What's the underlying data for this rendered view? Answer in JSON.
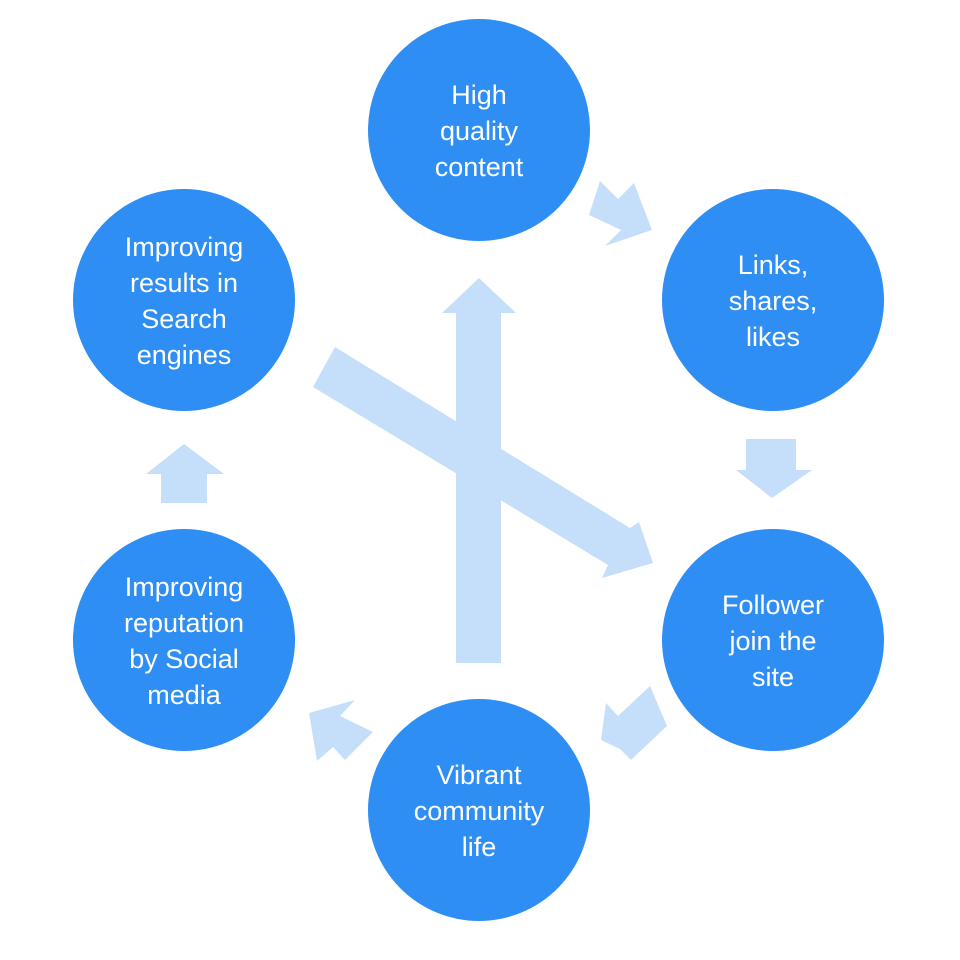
{
  "nodes": [
    {
      "id": "high-quality-content",
      "lines": [
        "High",
        "quality",
        "content"
      ]
    },
    {
      "id": "links-shares-likes",
      "lines": [
        "Links,",
        "shares,",
        "likes"
      ]
    },
    {
      "id": "follower-join-the-site",
      "lines": [
        "Follower",
        "join the",
        "site"
      ]
    },
    {
      "id": "vibrant-community-life",
      "lines": [
        "Vibrant",
        "community",
        "life"
      ]
    },
    {
      "id": "improving-reputation-by-social-media",
      "lines": [
        "Improving",
        "reputation",
        "by Social",
        "media"
      ]
    },
    {
      "id": "improving-results-in-search-engines",
      "lines": [
        "Improving",
        "results in",
        "Search",
        "engines"
      ]
    }
  ],
  "colors": {
    "node_fill": "#2f8ef4",
    "arrow_fill": "#c5dffb",
    "label_text": "#ffffff"
  }
}
